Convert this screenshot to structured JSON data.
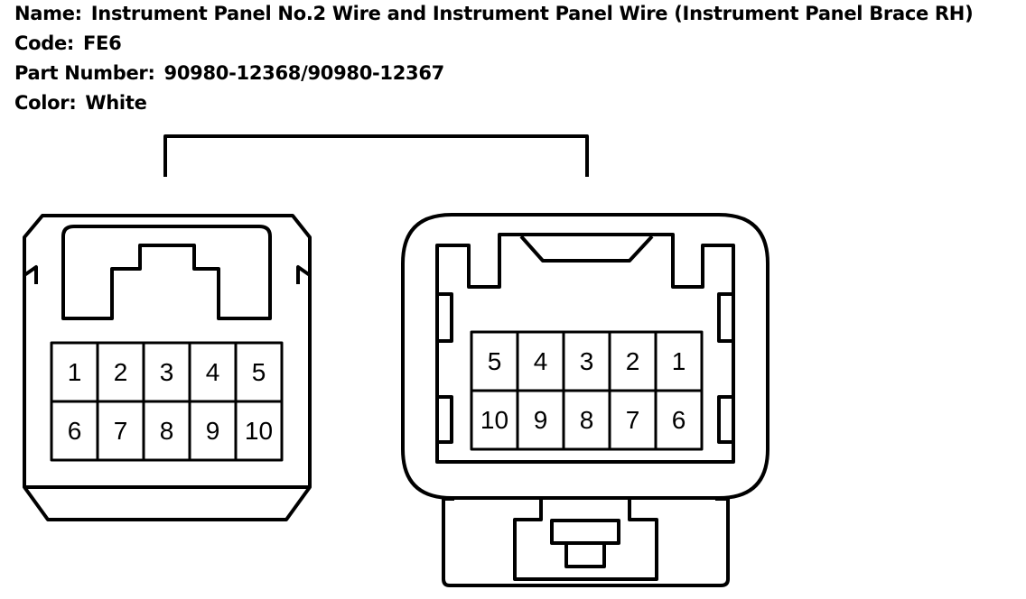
{
  "header": {
    "name_label": "Name:",
    "name_value": "Instrument Panel No.2 Wire and Instrument Panel Wire (Instrument Panel Brace RH)",
    "code_label": "Code:",
    "code_value": "FE6",
    "part_label": "Part Number:",
    "part_value": "90980-12368/90980-12367",
    "color_label": "Color:",
    "color_value": "White"
  },
  "connectors": {
    "left": {
      "rows": [
        [
          "1",
          "2",
          "3",
          "4",
          "5"
        ],
        [
          "6",
          "7",
          "8",
          "9",
          "10"
        ]
      ]
    },
    "right": {
      "rows": [
        [
          "5",
          "4",
          "3",
          "2",
          "1"
        ],
        [
          "10",
          "9",
          "8",
          "7",
          "6"
        ]
      ]
    }
  }
}
